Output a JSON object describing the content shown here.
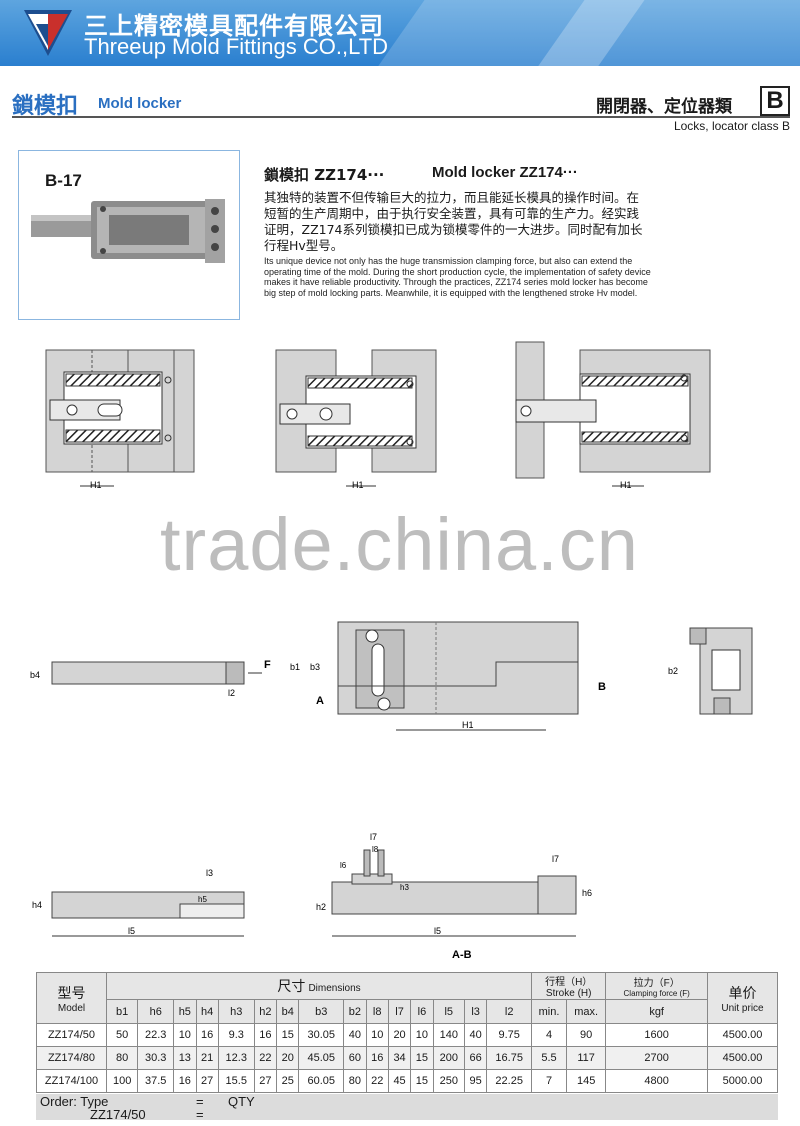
{
  "header": {
    "company_cn": "三上精密模具配件有限公司",
    "company_en": "Threeup Mold Fittings CO.,LTD",
    "logo_icon": "triangle-logo-icon",
    "banner_color": "#3a8ad6"
  },
  "title": {
    "cn": "鎖模扣",
    "en": "Mold locker",
    "class_cn": "開閉器、定位器類",
    "class_letter": "B",
    "class_en": "Locks, locator class B",
    "accent_color": "#2a6fc1"
  },
  "product": {
    "code": "B-17",
    "heading_cn": "鎖模扣 ZZ174···",
    "heading_en": "Mold locker ZZ174···",
    "desc_cn": "其独特的装置不但传输巨大的拉力，而且能延长模具的操作时间。在短暂的生产周期中，由于执行安全装置，具有可靠的生产力。经实践证明，ZZ174系列锁模扣已成为锁模零件的一大进步。同时配有加长行程Hv型号。",
    "desc_en": "Its unique device not only has the huge transmission clamping force, but also can extend the operating time of the mold. During the short production cycle, the implementation of safety device makes it have reliable productivity. Through the practices, ZZ174 series mold locker has become big step of mold locking parts. Meanwhile, it is equipped with the lengthened stroke Hv model."
  },
  "diagram_labels": {
    "h1": "H1",
    "f": "F",
    "b": "B",
    "a": "A",
    "b1": "b1",
    "b2": "b2",
    "b3": "b3",
    "b4": "b4",
    "h4": "h4",
    "h5": "h5",
    "h6": "h6",
    "h3": "h3",
    "h2": "h2",
    "l2": "l2",
    "l3": "l3",
    "l5": "l5",
    "l6": "l6",
    "l7": "l7",
    "l8": "l8",
    "ab": "A-B"
  },
  "watermark": "trade.china.cn",
  "table": {
    "model_cn": "型号",
    "model_en": "Model",
    "dims_cn": "尺寸",
    "dims_en": "Dimensions",
    "stroke_cn": "行程（H）",
    "stroke_en": "Stroke (H)",
    "force_cn": "拉力（F）",
    "force_en": "Clamping force (F)",
    "price_cn": "单价",
    "price_en": "Unit price",
    "columns": [
      "b1",
      "h6",
      "h5",
      "h4",
      "h3",
      "h2",
      "b4",
      "b3",
      "b2",
      "l8",
      "l7",
      "l6",
      "l5",
      "l3",
      "l2",
      "min.",
      "max.",
      "kgf"
    ],
    "rows": [
      {
        "model": "ZZ174/50",
        "values": [
          "50",
          "22.3",
          "10",
          "16",
          "9.3",
          "16",
          "15",
          "30.05",
          "40",
          "10",
          "20",
          "10",
          "140",
          "40",
          "9.75",
          "4",
          "90",
          "1600"
        ],
        "price": "4500.00"
      },
      {
        "model": "ZZ174/80",
        "values": [
          "80",
          "30.3",
          "13",
          "21",
          "12.3",
          "22",
          "20",
          "45.05",
          "60",
          "16",
          "34",
          "15",
          "200",
          "66",
          "16.75",
          "5.5",
          "117",
          "2700"
        ],
        "price": "4500.00"
      },
      {
        "model": "ZZ174/100",
        "values": [
          "100",
          "37.5",
          "16",
          "27",
          "15.5",
          "27",
          "25",
          "60.05",
          "80",
          "22",
          "45",
          "15",
          "250",
          "95",
          "22.25",
          "7",
          "145",
          "4800"
        ],
        "price": "5000.00"
      }
    ]
  },
  "order": {
    "label": "Order: Type",
    "eq": "=",
    "qty": "QTY",
    "example": "ZZ174/50",
    "eq2": "="
  }
}
